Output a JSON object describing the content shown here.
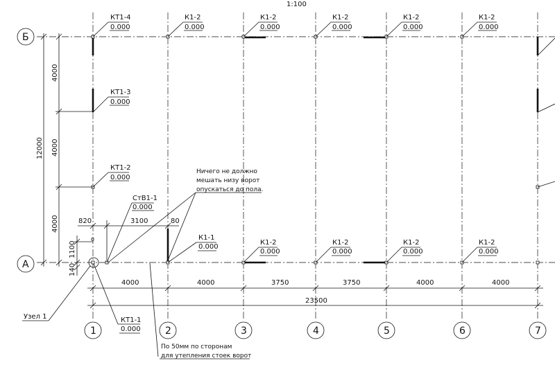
{
  "scale": "1:100",
  "grid_lines": {
    "columns": [
      "1",
      "2",
      "3",
      "4",
      "5",
      "6",
      "7"
    ],
    "rows": [
      "Б",
      "А"
    ]
  },
  "markers_row_b": [
    {
      "mark": "КТ1-4",
      "elev": "0.000"
    },
    {
      "mark": "К1-2",
      "elev": "0.000"
    },
    {
      "mark": "К1-2",
      "elev": "0.000"
    },
    {
      "mark": "К1-2",
      "elev": "0.000"
    },
    {
      "mark": "К1-2",
      "elev": "0.000"
    },
    {
      "mark": "К1-2",
      "elev": "0.000"
    }
  ],
  "markers_col_1": [
    {
      "mark": "КТ1-3",
      "elev": "0.000"
    },
    {
      "mark": "КТ1-2",
      "elev": "0.000"
    }
  ],
  "markers_row_a": [
    {
      "mark": "К1-1",
      "elev": "0.000"
    },
    {
      "mark": "К1-2",
      "elev": "0.000"
    },
    {
      "mark": "К1-2",
      "elev": "0.000"
    },
    {
      "mark": "К1-2",
      "elev": "0.000"
    },
    {
      "mark": "К1-2",
      "elev": "0.000"
    }
  ],
  "marker_stv": {
    "mark": "СтВ1-1",
    "elev": "0.000"
  },
  "marker_kt11": {
    "mark": "КТ1-1",
    "elev": "0.000"
  },
  "node_label": "Узел 1",
  "note_gate": [
    "Ничего не должно",
    "мешать низу ворот",
    "опускаться до пола."
  ],
  "note_insul": [
    "По 50мм по сторонам",
    "для утепления стоек ворот"
  ],
  "dims_bottom": [
    "4000",
    "4000",
    "3750",
    "3750",
    "4000",
    "4000"
  ],
  "dim_total": "23500",
  "dims_left": [
    "4000",
    "4000",
    "4000"
  ],
  "dim_left_total": "12000",
  "dim_820": "820",
  "dim_3100": "3100",
  "dim_80": "80",
  "dim_1100": "1100",
  "dim_140": "140"
}
